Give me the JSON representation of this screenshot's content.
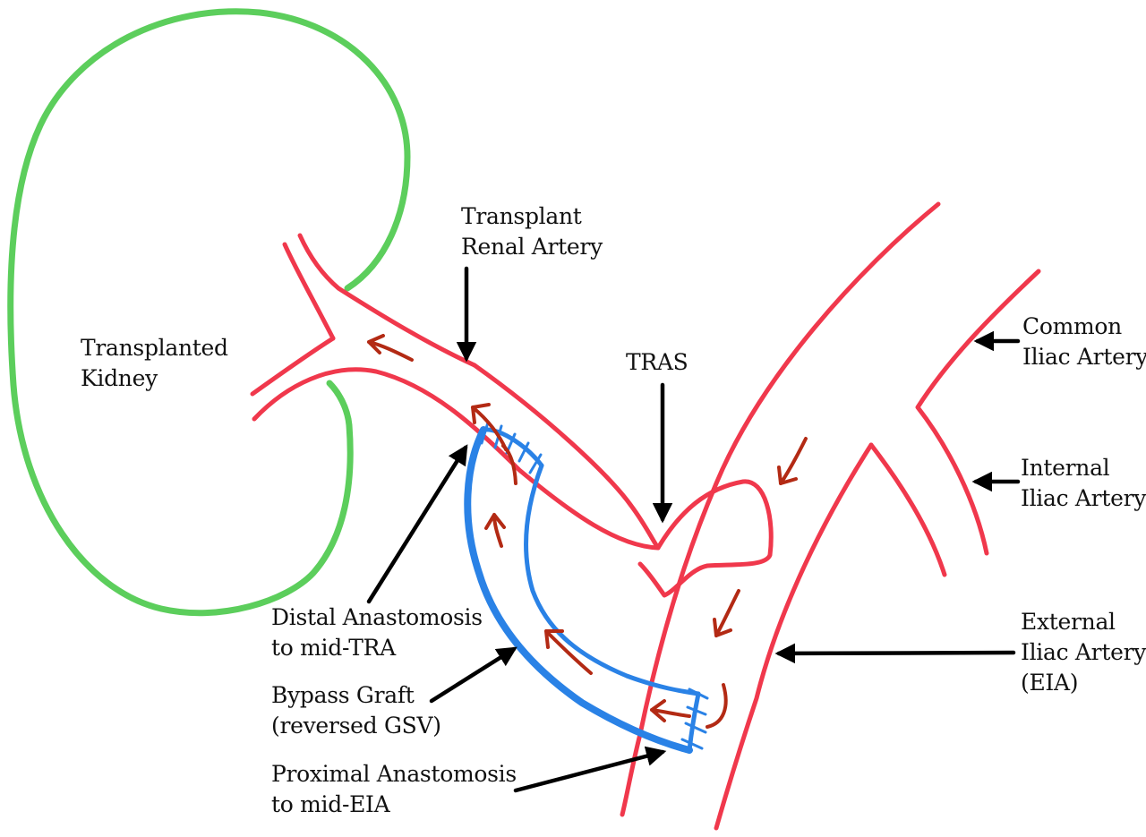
{
  "labels": {
    "kidney": [
      "Transplanted",
      "Kidney"
    ],
    "tra": [
      "Transplant",
      "Renal Artery"
    ],
    "tras": [
      "TRAS"
    ],
    "cia": [
      "Common",
      "Iliac Artery"
    ],
    "iia": [
      "Internal",
      "Iliac Artery"
    ],
    "eia": [
      "External",
      "Iliac Artery",
      "(EIA)"
    ],
    "distal": [
      "Distal Anastomosis",
      "to mid-TRA"
    ],
    "graft": [
      "Bypass Graft",
      "(reversed GSV)"
    ],
    "proximal": [
      "Proximal Anastomosis",
      "to mid-EIA"
    ]
  },
  "colors": {
    "kidney": "#5cce5c",
    "artery": "#f0384c",
    "graft": "#2a82e6",
    "flow_arrow": "#b32a14",
    "pointer": "#000000"
  }
}
